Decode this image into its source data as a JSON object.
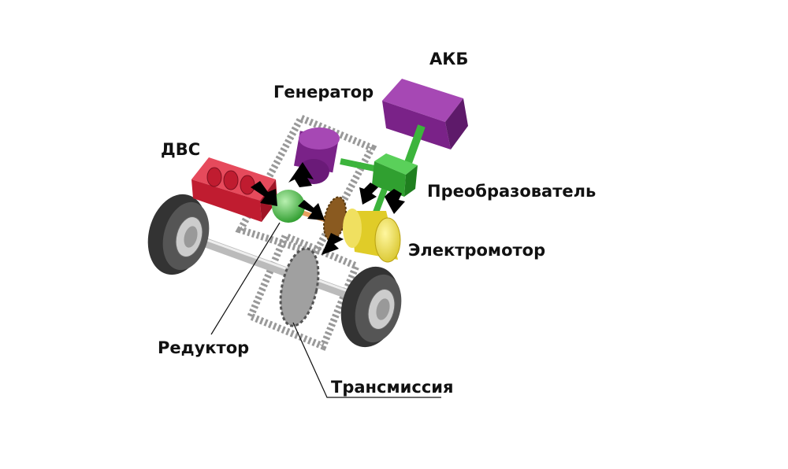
{
  "labels": {
    "battery": "АКБ",
    "generator": "Генератор",
    "engine": "ДВС",
    "converter": "Преобразователь",
    "motor": "Электромотор",
    "reducer": "Редуктор",
    "transmission": "Трансмиссия"
  },
  "colors": {
    "engine": "#d8283c",
    "generator": "#8a2d9a",
    "battery": "#8a2d9a",
    "converter": "#3cb43c",
    "reducer": "#4cb84c",
    "motor": "#e8d830",
    "gear": "#8a5a20",
    "transmission_gear": "#a0a0a0"
  }
}
